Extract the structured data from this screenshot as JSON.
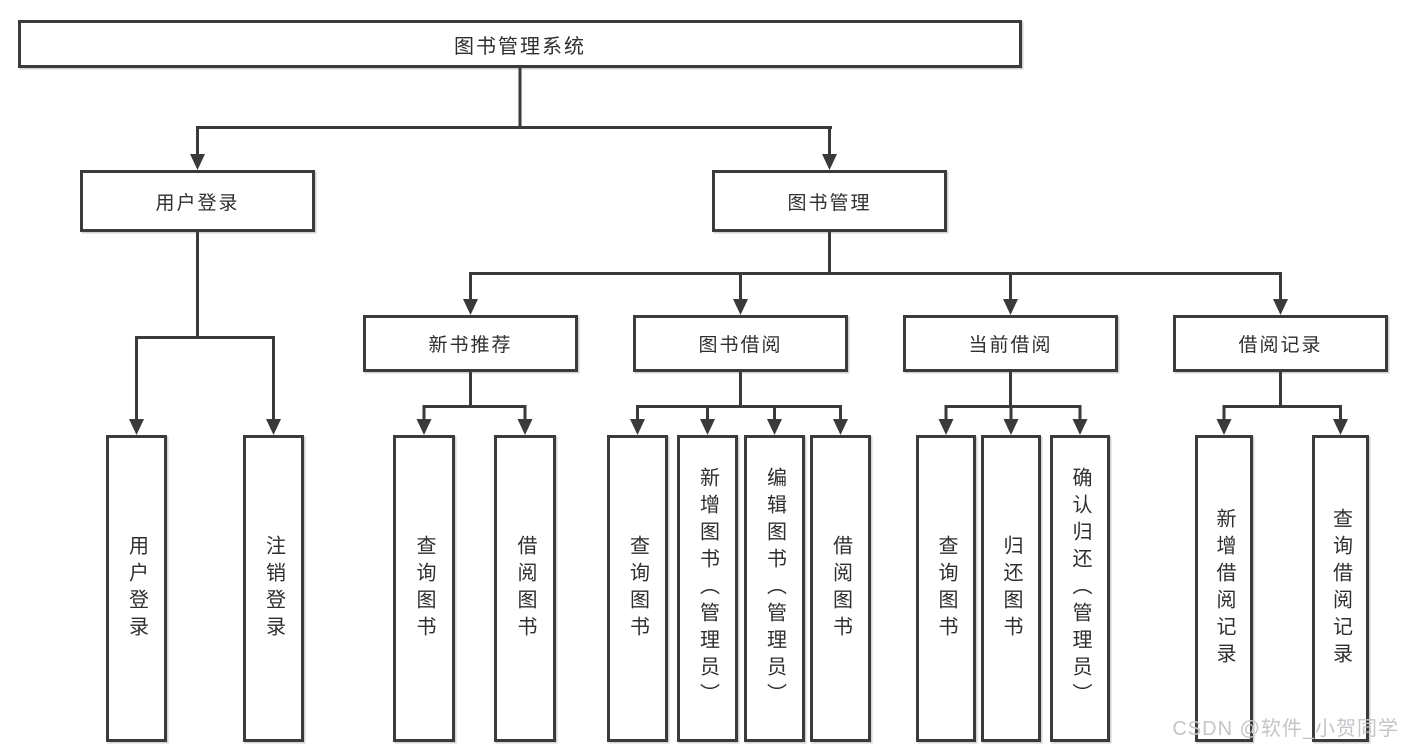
{
  "tree": {
    "label": "图书管理系统",
    "children": [
      {
        "label": "用户登录",
        "children": [
          {
            "label": "用户登录"
          },
          {
            "label": "注销登录"
          }
        ]
      },
      {
        "label": "图书管理",
        "children": [
          {
            "label": "新书推荐",
            "children": [
              {
                "label": "查询图书"
              },
              {
                "label": "借阅图书"
              }
            ]
          },
          {
            "label": "图书借阅",
            "children": [
              {
                "label": "查询图书"
              },
              {
                "label": "新增图书（管理员）"
              },
              {
                "label": "编辑图书（管理员）"
              },
              {
                "label": "借阅图书"
              }
            ]
          },
          {
            "label": "当前借阅",
            "children": [
              {
                "label": "查询图书"
              },
              {
                "label": "归还图书"
              },
              {
                "label": "确认归还（管理员）"
              }
            ]
          },
          {
            "label": "借阅记录",
            "children": [
              {
                "label": "新增借阅记录"
              },
              {
                "label": "查询借阅记录"
              }
            ]
          }
        ]
      }
    ]
  },
  "watermark": "CSDN @软件_小贺同学",
  "colors": {
    "line": "#3a3a3a",
    "box_border": "#3b3b3b",
    "text": "#2f2f2f",
    "watermark": "#c5c5c9",
    "background": "#ffffff"
  }
}
